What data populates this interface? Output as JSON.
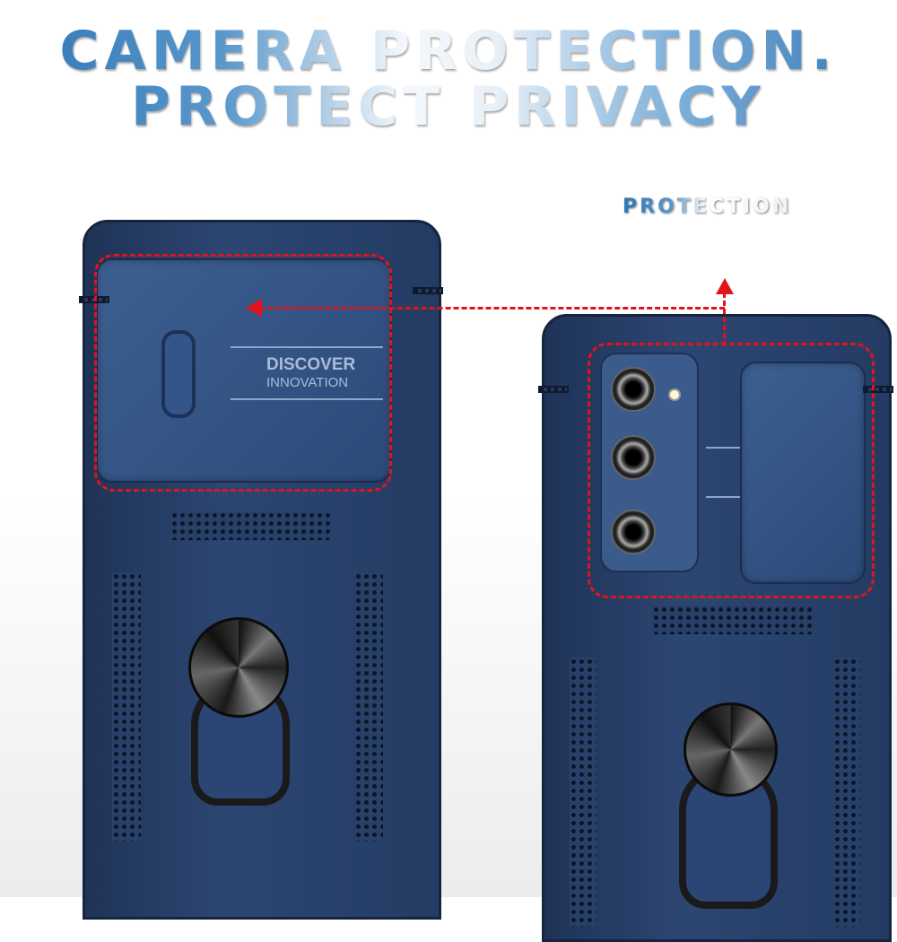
{
  "headline": {
    "line1": "CAMERA PROTECTION.",
    "line2": "PROTECT PRIVACY"
  },
  "callout": "PROTECTION",
  "case_logo": {
    "line1": "DISCOVER",
    "line2": "INNOVATION"
  },
  "colors": {
    "case": "#2c4672",
    "dash": "#e0141c",
    "headline": "#2f74b5"
  }
}
